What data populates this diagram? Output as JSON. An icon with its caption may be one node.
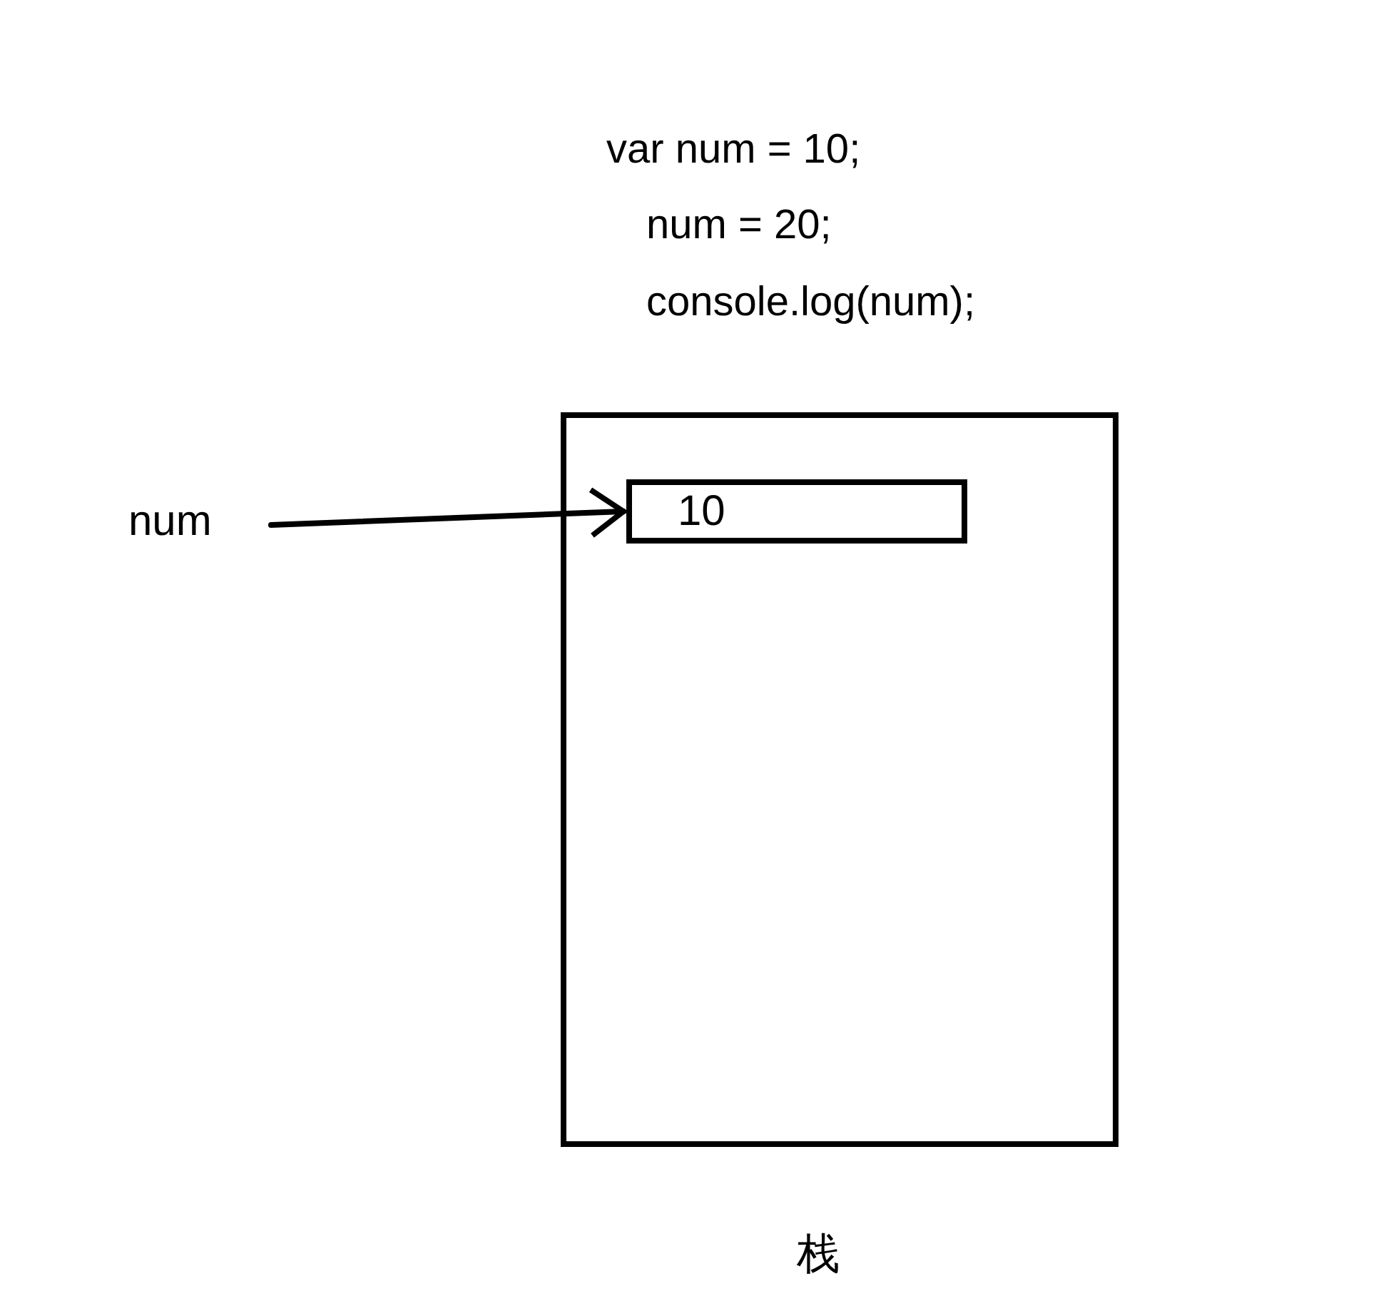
{
  "diagram": {
    "nodes": [
      {
        "text": [
          "num"
        ]
      },
      {
        "text": [],
        "shape": "box",
        "beside": [
          "栈"
        ]
      },
      {
        "text": [
          "10"
        ],
        "in": 1
      }
    ],
    "edges": [
      {
        "from": 0,
        "to": 2,
        "arrow": "to"
      }
    ],
    "labels": [
      "var num = 10;",
      "num = 20;",
      "console.log(num);"
    ]
  }
}
